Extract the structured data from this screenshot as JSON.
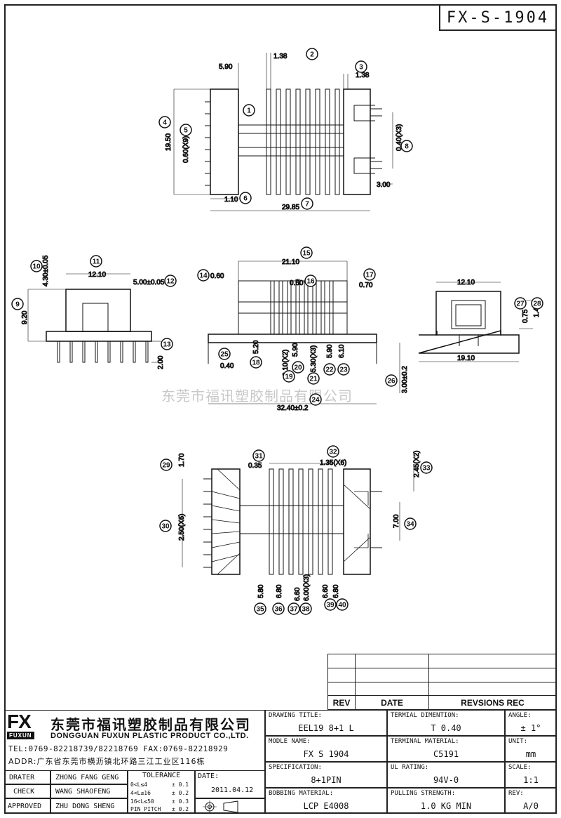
{
  "drawing_number": "FX-S-1904",
  "watermark": "东莞市福讯塑胶制品有限公司",
  "dims_top": {
    "d1": "1.38",
    "d2": "5.90",
    "d3": "1.38",
    "d4": "19.50",
    "d5": "0.60(X9)",
    "d6": "0.40(X3)",
    "d7": "3.00",
    "d8": "1.10",
    "d9": "29.85"
  },
  "dims_left": {
    "a": "12.10",
    "b": "5.00±0.05",
    "c": "4.30±0.05",
    "d": "9.20",
    "e": "2.00"
  },
  "dims_middle": {
    "a": "21.10",
    "b": "0.60",
    "c": "0.60",
    "d": "0.70",
    "e": "0.40",
    "f": "5.20",
    "g": "6.10(X2)",
    "h": "5.90",
    "i": "5.30(X3)",
    "j": "5.90",
    "k": "6.10",
    "l": "3.00±0.2",
    "m": "32.40±0.2"
  },
  "dims_right": {
    "a": "12.10",
    "b": "19.10",
    "c": "0.75",
    "d": "1.45"
  },
  "dims_bottom": {
    "a": "1.70",
    "b": "0.35",
    "c": "1.35(X6)",
    "d": "2.45(X2)",
    "e": "2.50(X6)",
    "f": "7.00",
    "g": "5.80",
    "h": "6.80",
    "i": "6.60",
    "j": "6.00(X3)",
    "k": "6.60",
    "l": "6.80"
  },
  "callouts": [
    "1",
    "2",
    "3",
    "4",
    "5",
    "6",
    "7",
    "8",
    "9",
    "10",
    "11",
    "12",
    "13",
    "14",
    "15",
    "16",
    "17",
    "18",
    "19",
    "20",
    "21",
    "22",
    "23",
    "24",
    "25",
    "26",
    "27",
    "28",
    "29",
    "30",
    "31",
    "32",
    "33",
    "34",
    "35",
    "36",
    "37",
    "38",
    "39",
    "40"
  ],
  "revision": {
    "rev_label": "REV",
    "date_label": "DATE",
    "rec_label": "REVSIONS REC"
  },
  "company": {
    "logo": "FX",
    "logo_sub": "FUXUN",
    "name_cn": "东莞市福讯塑胶制品有限公司",
    "name_en": "DONGGUAN FUXUN PLASTIC PRODUCT CO.,LTD.",
    "contact": "TEL:0769-82218739/82218769 FAX:0769-82218929",
    "address": "ADDR:广东省东莞市横沥镇北环路三江工业区116栋"
  },
  "title_block": {
    "drawing_title_label": "DRAWING TITLE:",
    "drawing_title": "EEL19 8+1 L",
    "terminal_dim_label": "TERMIAL DIMENTION:",
    "terminal_dim": "T 0.40",
    "angle_label": "ANGLE:",
    "angle": "± 1°",
    "model_label": "MODLE NAME:",
    "model": "FX S 1904",
    "terminal_mat_label": "TERMINAL MATERIAL:",
    "terminal_mat": "C5191",
    "unit_label": "UNIT:",
    "unit": "mm",
    "spec_label": "SPECIFICATION:",
    "spec": "8+1PIN",
    "ul_label": "UL RATING:",
    "ul": "94V-0",
    "scale_label": "SCALE:",
    "scale": "1:1",
    "bobbin_label": "BOBBING MATERIAL:",
    "bobbin": "LCP E4008",
    "pull_label": "PULLING STRENGTH:",
    "pull": "1.0 KG MIN",
    "rev_label": "REV:",
    "rev": "A/0"
  },
  "signatures": {
    "drater_label": "DRATER",
    "drater": "ZHONG FANG GENG",
    "check_label": "CHECK",
    "check": "WANG SHAOFENG",
    "approved_label": "APPROVED",
    "approved": "ZHU DONG SHENG",
    "tolerance_label": "TOLERANCE",
    "tol1": "0<L≤4",
    "tol1v": "± 0.1",
    "tol2": "4<L≤16",
    "tol2v": "± 0.2",
    "tol3": "16<L≤50",
    "tol3v": "± 0.3",
    "tol4": "PIN PITCH",
    "tol4v": "± 0.2",
    "date_label": "DATE:",
    "date": "2011.04.12"
  }
}
